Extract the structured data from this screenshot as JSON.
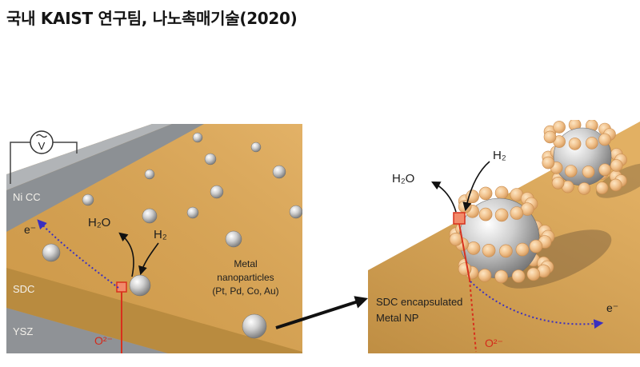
{
  "title": "국내 KAIST 연구팀, 나노촉매기술(2020)",
  "left_panel": {
    "voltmeter_symbol": "V",
    "layer_labels": {
      "current_collector": "Ni CC",
      "interlayer": "SDC",
      "electrolyte": "YSZ"
    },
    "water": "H₂O",
    "hydrogen": "H₂",
    "electron": "e⁻",
    "oxide_ion": "O²⁻",
    "particle_label": [
      "Metal",
      "nanoparticles",
      "(Pt, Pd, Co, Au)"
    ]
  },
  "right_panel": {
    "water": "H₂O",
    "hydrogen": "H₂",
    "electron": "e⁻",
    "oxide_ion": "O²⁻",
    "np_label": [
      "SDC encapsulated",
      "Metal NP"
    ]
  },
  "colors": {
    "electrode_surface": "#dea54e",
    "sdc_layer": "#b98b3f",
    "ysz_layer": "#8f9296",
    "ni_cc": "#8c9094",
    "reaction_site": "#d8301c",
    "electron_path": "#3a2fc0",
    "shell_bead": "#f0c08a",
    "arrow": "#111111"
  }
}
